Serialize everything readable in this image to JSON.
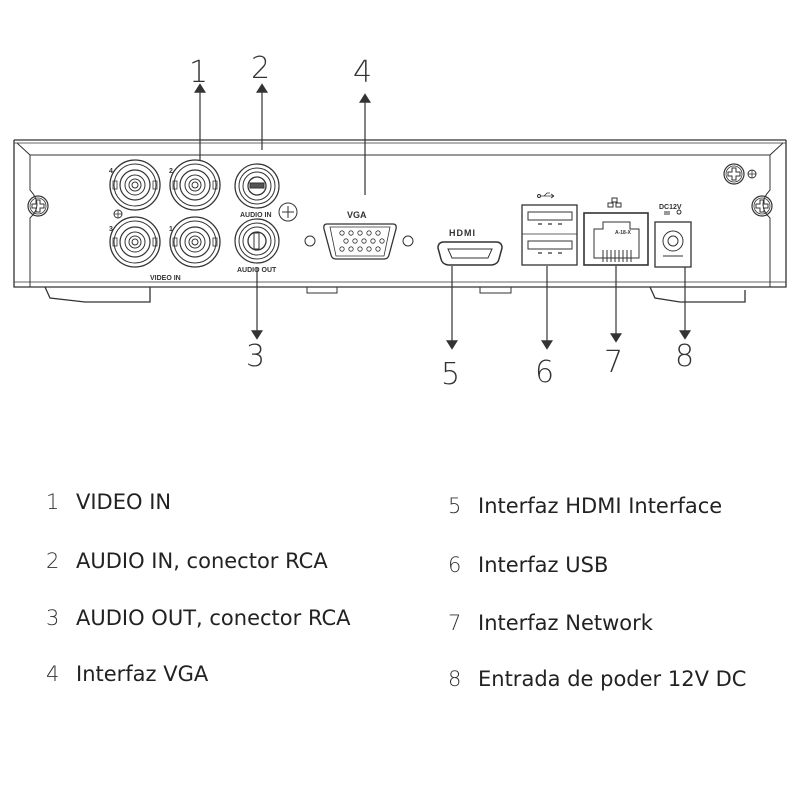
{
  "diagram": {
    "title": "DVR rear panel connectors",
    "panel_labels": {
      "video_in": "VIDEO IN",
      "audio_in": "AUDIO IN",
      "audio_out": "AUDIO OUT",
      "vga": "VGA",
      "hdmi": "HDMI",
      "network_tag": "A-18-X",
      "dc": "DC12V",
      "bnc_numbers": [
        "4",
        "2",
        "3",
        "1"
      ]
    },
    "callouts": [
      "1",
      "2",
      "3",
      "4",
      "5",
      "6",
      "7",
      "8"
    ]
  },
  "legend": {
    "left": [
      {
        "num": "1",
        "label": "VIDEO IN"
      },
      {
        "num": "2",
        "label": "AUDIO IN, conector RCA"
      },
      {
        "num": "3",
        "label": "AUDIO OUT, conector RCA"
      },
      {
        "num": "4",
        "label": "Interfaz VGA"
      }
    ],
    "right": [
      {
        "num": "5",
        "label": "Interfaz HDMI Interface"
      },
      {
        "num": "6",
        "label": "Interfaz USB"
      },
      {
        "num": "7",
        "label": "Interfaz Network"
      },
      {
        "num": "8",
        "label": "Entrada de poder 12V DC"
      }
    ]
  }
}
